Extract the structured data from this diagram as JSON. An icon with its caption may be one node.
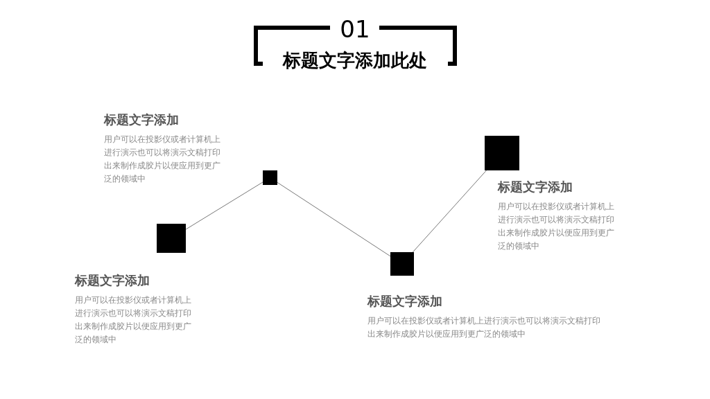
{
  "diagram": {
    "title": "标题文字添加此处",
    "nodes": [
      {
        "text": [],
        "shape": "box",
        "beside": [
          "标题文字添加",
          "用户可以在投影仪或者计算机上进行演示也可以将演示文稿打印出来制作成胶片以便应用到更广泛的领域中"
        ]
      },
      {
        "text": [],
        "shape": "box",
        "beside": [
          "标题文字添加",
          "用户可以在投影仪或者计算机上进行演示也可以将演示文稿打印出来制作成胶片以便应用到更广泛的领域中"
        ]
      },
      {
        "text": [],
        "shape": "box",
        "beside": [
          "标题文字添加",
          "用户可以在投影仪或者计算机上进行演示也可以将演示文稿打印出来制作成胶片以便应用到更广泛的领域中"
        ]
      },
      {
        "text": [],
        "shape": "box",
        "beside": [
          "标题文字添加",
          "用户可以在投影仪或者计算机上进行演示也可以将演示文稿打印出来制作成胶片以便应用到更广泛的领域中"
        ]
      }
    ],
    "edges": [
      {
        "from": 0,
        "to": 1,
        "arrow": "none"
      },
      {
        "from": 1,
        "to": 2,
        "arrow": "none"
      },
      {
        "from": 2,
        "to": 3,
        "arrow": "none"
      }
    ],
    "labels": [
      "01"
    ]
  }
}
